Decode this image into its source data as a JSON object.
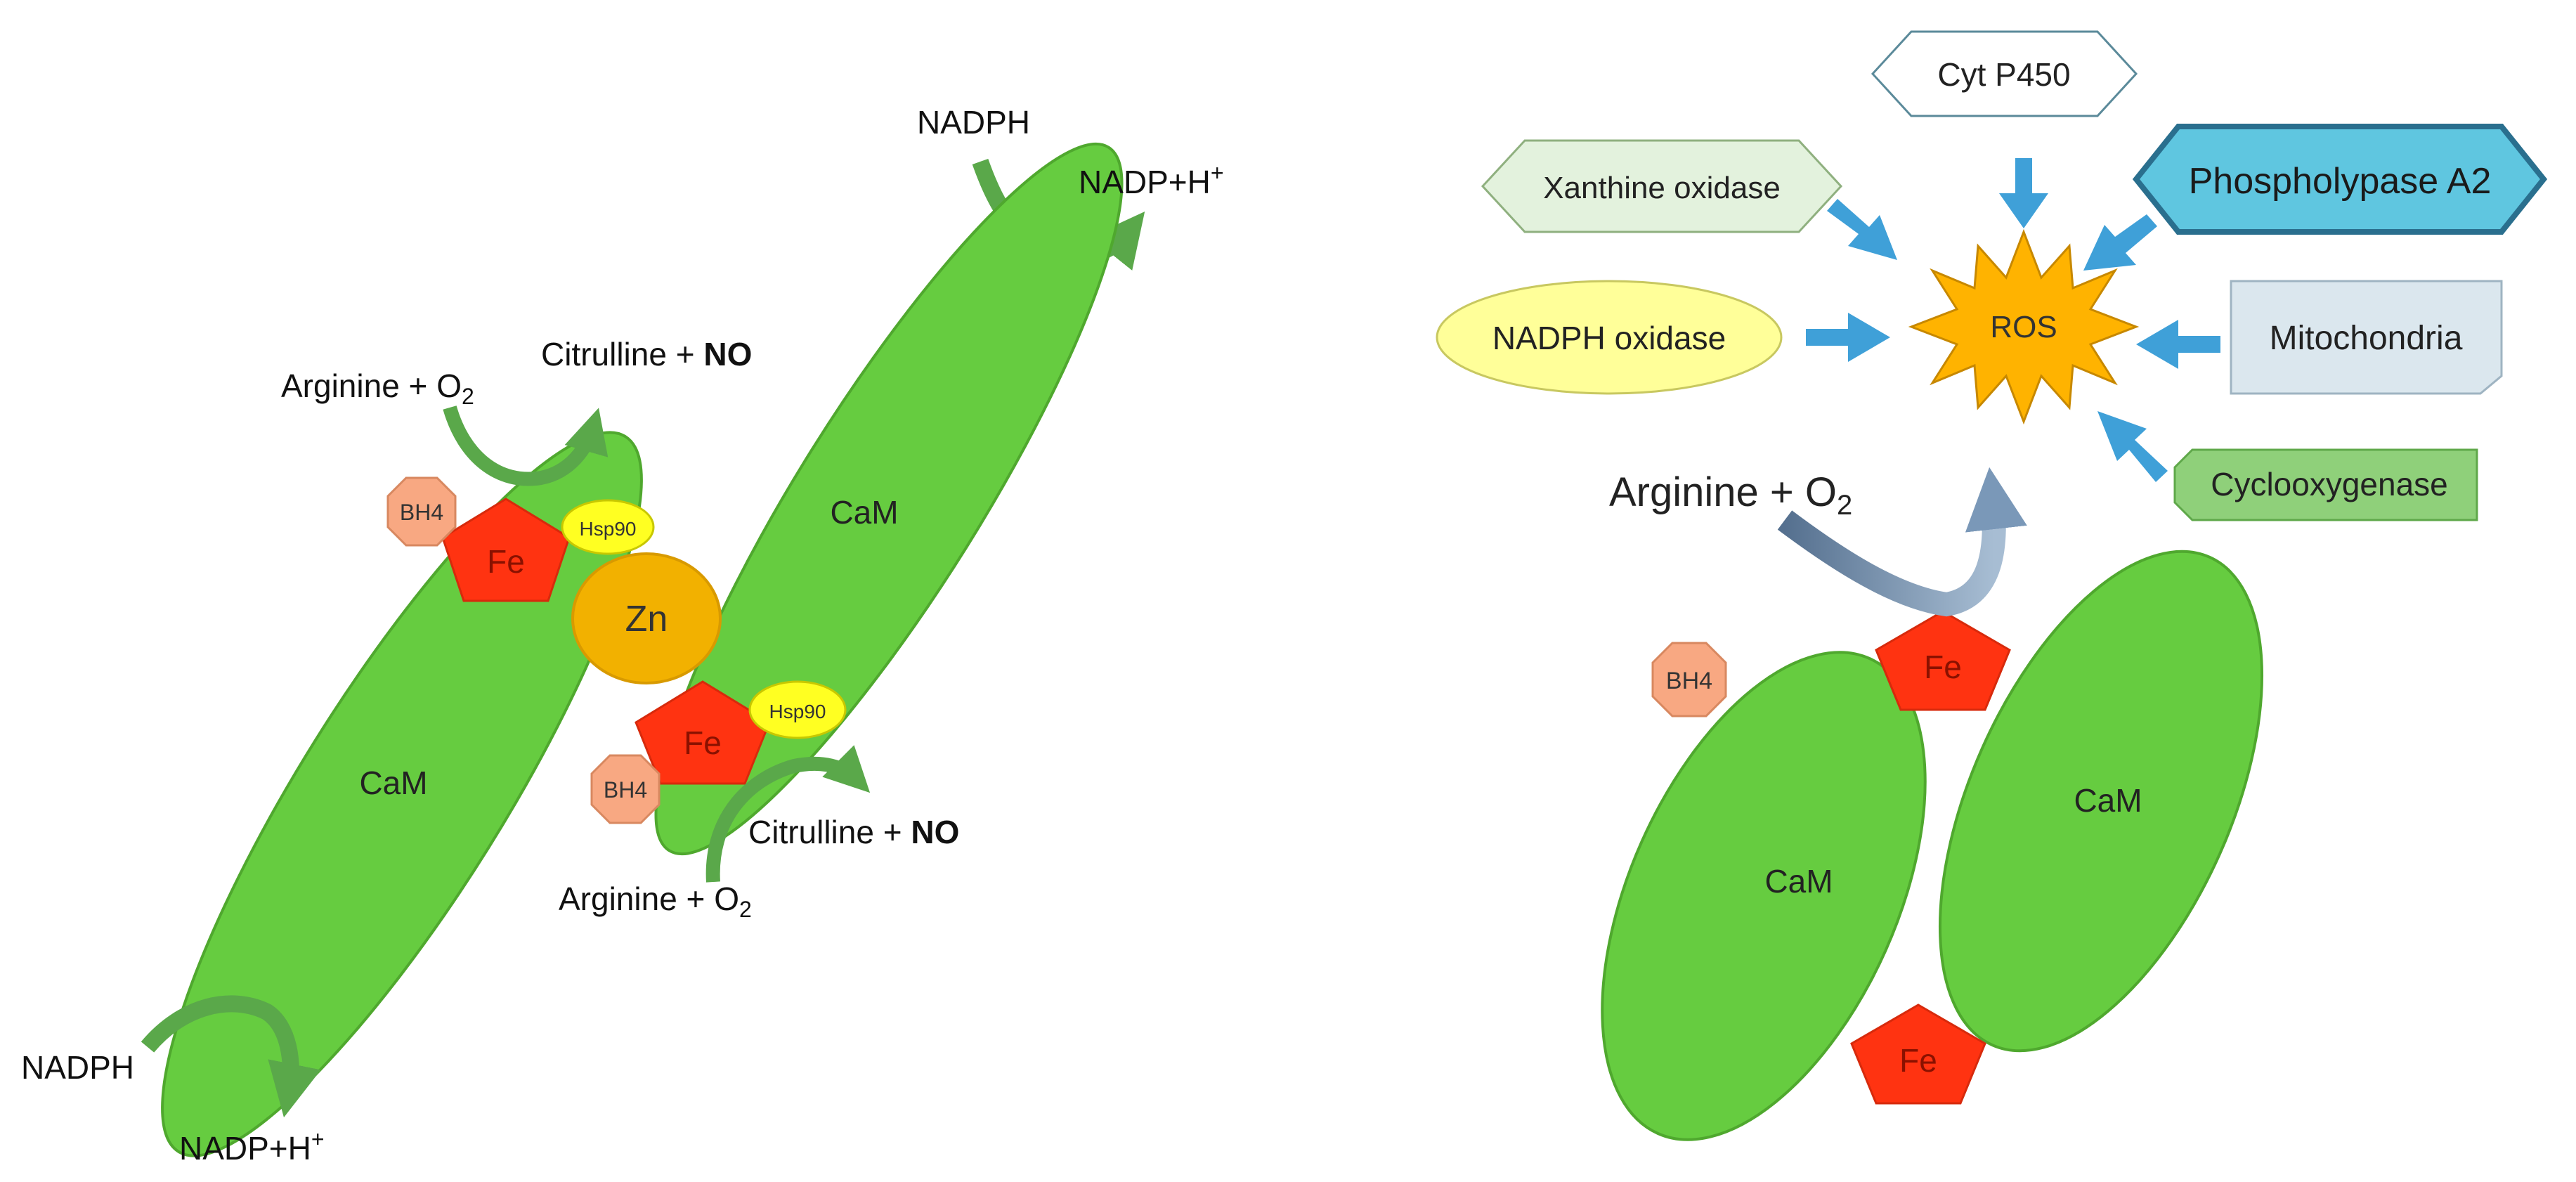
{
  "colors": {
    "cam_fill": "#66cc40",
    "cam_stroke": "#4fa82e",
    "fe_fill": "#ff3311",
    "fe_text": "#8a1100",
    "zn_fill": "#f2b100",
    "hsp90_fill": "#ffff22",
    "bh4_fill": "#f8a882",
    "ros_fill": "#ffb300",
    "arrow_green": "#5aa84a",
    "arrow_blue": "#3fa0d8",
    "arrow_grey_blue": "#7a98b8"
  },
  "left_panel": {
    "cam_label": "CaM",
    "fe_label": "Fe",
    "zn_label": "Zn",
    "hsp90_label": "Hsp90",
    "bh4_label": "BH4",
    "nadph_label": "NADPH",
    "nadp_label": "NADP+H",
    "nadp_sup": "+",
    "arginine_label": "Arginine + O",
    "arginine_sub": "2",
    "citrulline_label": "Citrulline + ",
    "no_label": "NO"
  },
  "right_panel": {
    "ros_label": "ROS",
    "cyt_p450": "Cyt P450",
    "xanthine_oxidase": "Xanthine oxidase",
    "phospholypase": "Phospholypase A2",
    "nadph_oxidase": "NADPH oxidase",
    "mitochondria": "Mitochondria",
    "cyclooxygenase": "Cyclooxygenase",
    "arginine_label": "Arginine + O",
    "arginine_sub": "2",
    "fe_label": "Fe",
    "bh4_label": "BH4",
    "cam_label": "CaM"
  }
}
